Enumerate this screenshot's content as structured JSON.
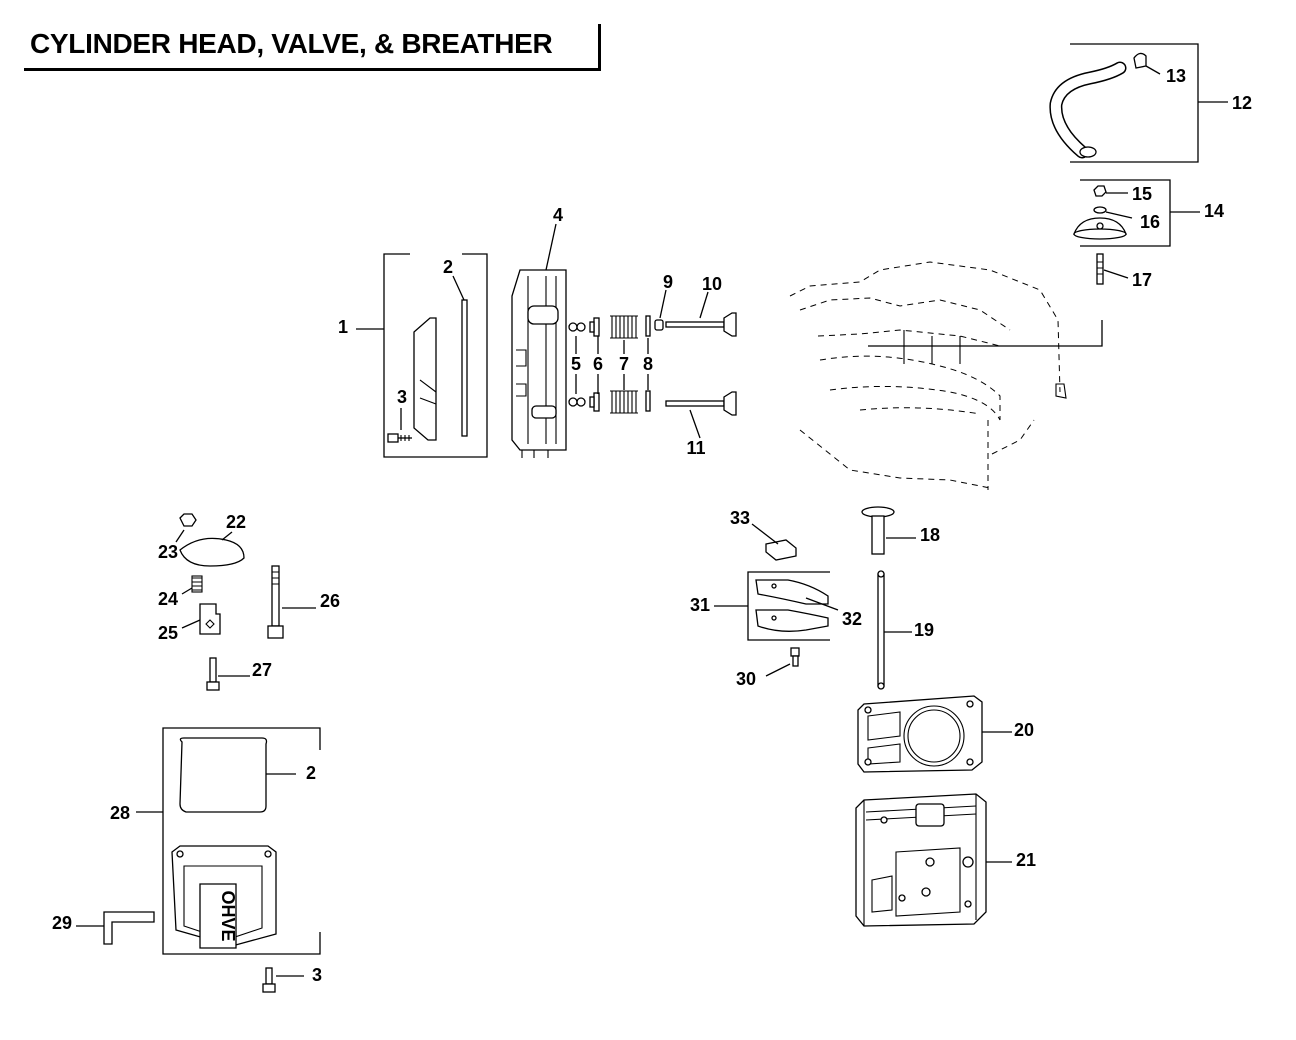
{
  "title": "CYLINDER HEAD, VALVE, & BREATHER",
  "callouts": [
    "1",
    "2",
    "3",
    "4",
    "5",
    "6",
    "7",
    "8",
    "9",
    "10",
    "11",
    "12",
    "13",
    "14",
    "15",
    "16",
    "17",
    "18",
    "19",
    "20",
    "21",
    "22",
    "23",
    "24",
    "25",
    "26",
    "27",
    "28",
    "2",
    "29",
    "3",
    "30",
    "31",
    "32",
    "33"
  ],
  "embossed_text": "OHVE"
}
